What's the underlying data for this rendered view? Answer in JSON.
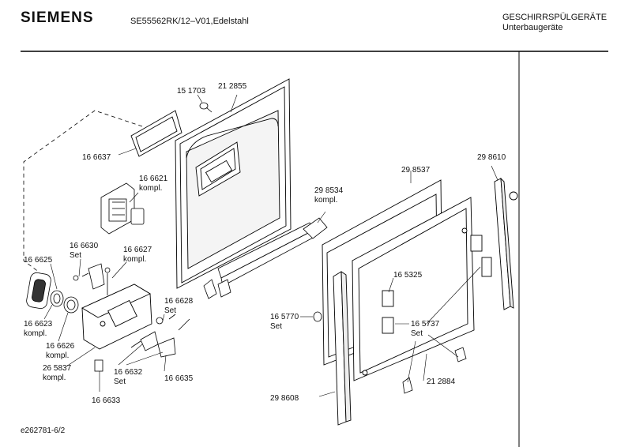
{
  "header": {
    "brand": "SIEMENS",
    "model": "SE55562RK/12–V01,Edelstahl",
    "category_line1": "GESCHIRRSPÜLGERÄTE",
    "category_line2": "Unterbaugeräte"
  },
  "footer": {
    "doc_id": "e262781-6/2"
  },
  "parts": {
    "p151703": "15 1703",
    "p212855": "21 2855",
    "p166637": "16 6637",
    "p166621": "16 6621",
    "p166621_sub": "kompl.",
    "p166630": "16 6630",
    "p166630_sub": "Set",
    "p166627": "16 6627",
    "p166627_sub": "kompl.",
    "p166625": "16 6625",
    "p166623": "16 6623",
    "p166623_sub": "kompl.",
    "p166626": "16 6626",
    "p166626_sub": "kompl.",
    "p265837": "26 5837",
    "p265837_sub": "kompl.",
    "p166628": "16 6628",
    "p166628_sub": "Set",
    "p166632": "16 6632",
    "p166632_sub": "Set",
    "p166635": "16 6635",
    "p166633": "16 6633",
    "p298534": "29 8534",
    "p298534_sub": "kompl.",
    "p298537": "29 8537",
    "p298610": "29 8610",
    "p165325": "16 5325",
    "p165770": "16 5770",
    "p165770_sub": "Set",
    "p165737": "16 5737",
    "p165737_sub": "Set",
    "p212884": "21 2884",
    "p298608": "29 8608"
  }
}
